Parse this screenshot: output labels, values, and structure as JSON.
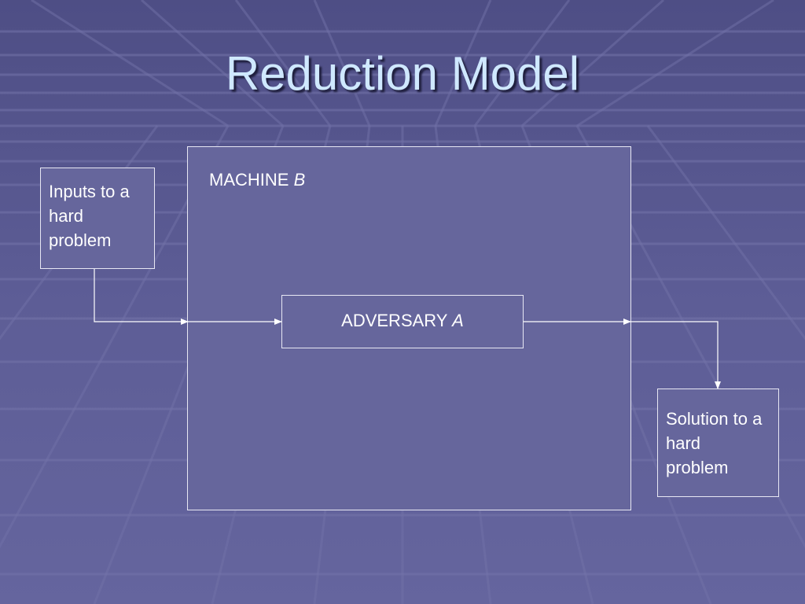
{
  "slide": {
    "title": "Reduction Model"
  },
  "diagram": {
    "machine": {
      "label": "MACHINE ",
      "label_var": "B"
    },
    "adversary": {
      "label": "ADVERSARY ",
      "label_var": "A"
    },
    "inputs": {
      "label": "Inputs to a hard problem"
    },
    "solution": {
      "label": "Solution to a hard problem"
    }
  },
  "colors": {
    "background": "#5c5c94",
    "box_fill": "#66669c",
    "title": "#cfe8ff",
    "text": "#ffffff"
  }
}
